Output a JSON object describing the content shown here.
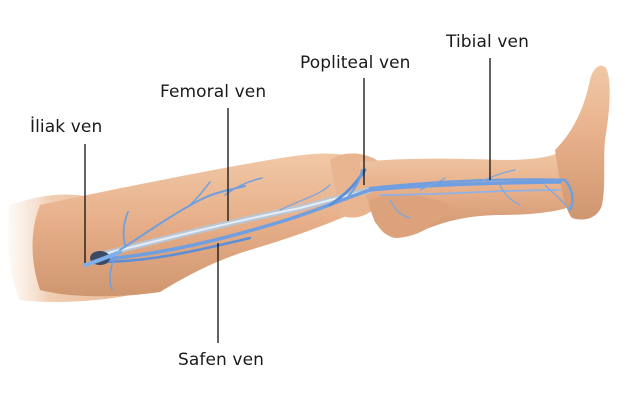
{
  "diagram": {
    "subject": "leg-venous-anatomy",
    "labels": [
      {
        "id": "iliak",
        "text": "İliak ven"
      },
      {
        "id": "femoral",
        "text": "Femoral ven"
      },
      {
        "id": "popliteal",
        "text": "Popliteal ven"
      },
      {
        "id": "tibial",
        "text": "Tibial ven"
      },
      {
        "id": "safen",
        "text": "Safen ven"
      }
    ],
    "colors": {
      "skin": "#e9b48f",
      "skin_shadow": "#c9906c",
      "skin_light": "#f4d3b8",
      "vein": "#6f9fe0",
      "vein_dark": "#3f6fc0",
      "vein_light": "#c8daf4",
      "leader_line": "#111111",
      "text": "#1a1a1a"
    }
  }
}
